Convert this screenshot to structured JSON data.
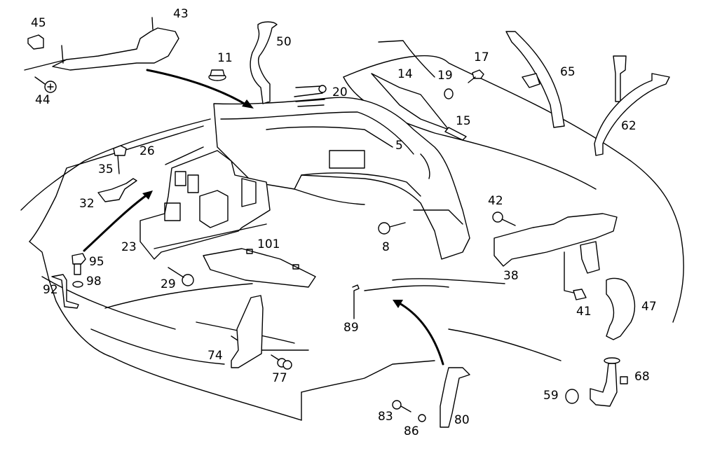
{
  "diagram": {
    "title": "Front end body structure exploded parts view",
    "line_color": "#000000",
    "background": "#ffffff",
    "callouts": [
      {
        "id": "45",
        "label": "45"
      },
      {
        "id": "43",
        "label": "43"
      },
      {
        "id": "44",
        "label": "44"
      },
      {
        "id": "11",
        "label": "11"
      },
      {
        "id": "50",
        "label": "50"
      },
      {
        "id": "20",
        "label": "20"
      },
      {
        "id": "14",
        "label": "14"
      },
      {
        "id": "19",
        "label": "19"
      },
      {
        "id": "17",
        "label": "17"
      },
      {
        "id": "15",
        "label": "15"
      },
      {
        "id": "65",
        "label": "65"
      },
      {
        "id": "62",
        "label": "62"
      },
      {
        "id": "5",
        "label": "5"
      },
      {
        "id": "26",
        "label": "26"
      },
      {
        "id": "35",
        "label": "35"
      },
      {
        "id": "32",
        "label": "32"
      },
      {
        "id": "23",
        "label": "23"
      },
      {
        "id": "95",
        "label": "95"
      },
      {
        "id": "98",
        "label": "98"
      },
      {
        "id": "92",
        "label": "92"
      },
      {
        "id": "29",
        "label": "29"
      },
      {
        "id": "101",
        "label": "101"
      },
      {
        "id": "8",
        "label": "8"
      },
      {
        "id": "42",
        "label": "42"
      },
      {
        "id": "38",
        "label": "38"
      },
      {
        "id": "41",
        "label": "41"
      },
      {
        "id": "47",
        "label": "47"
      },
      {
        "id": "89",
        "label": "89"
      },
      {
        "id": "74",
        "label": "74"
      },
      {
        "id": "77",
        "label": "77"
      },
      {
        "id": "83",
        "label": "83"
      },
      {
        "id": "86",
        "label": "86"
      },
      {
        "id": "80",
        "label": "80"
      },
      {
        "id": "59",
        "label": "59"
      },
      {
        "id": "68",
        "label": "68"
      }
    ]
  }
}
